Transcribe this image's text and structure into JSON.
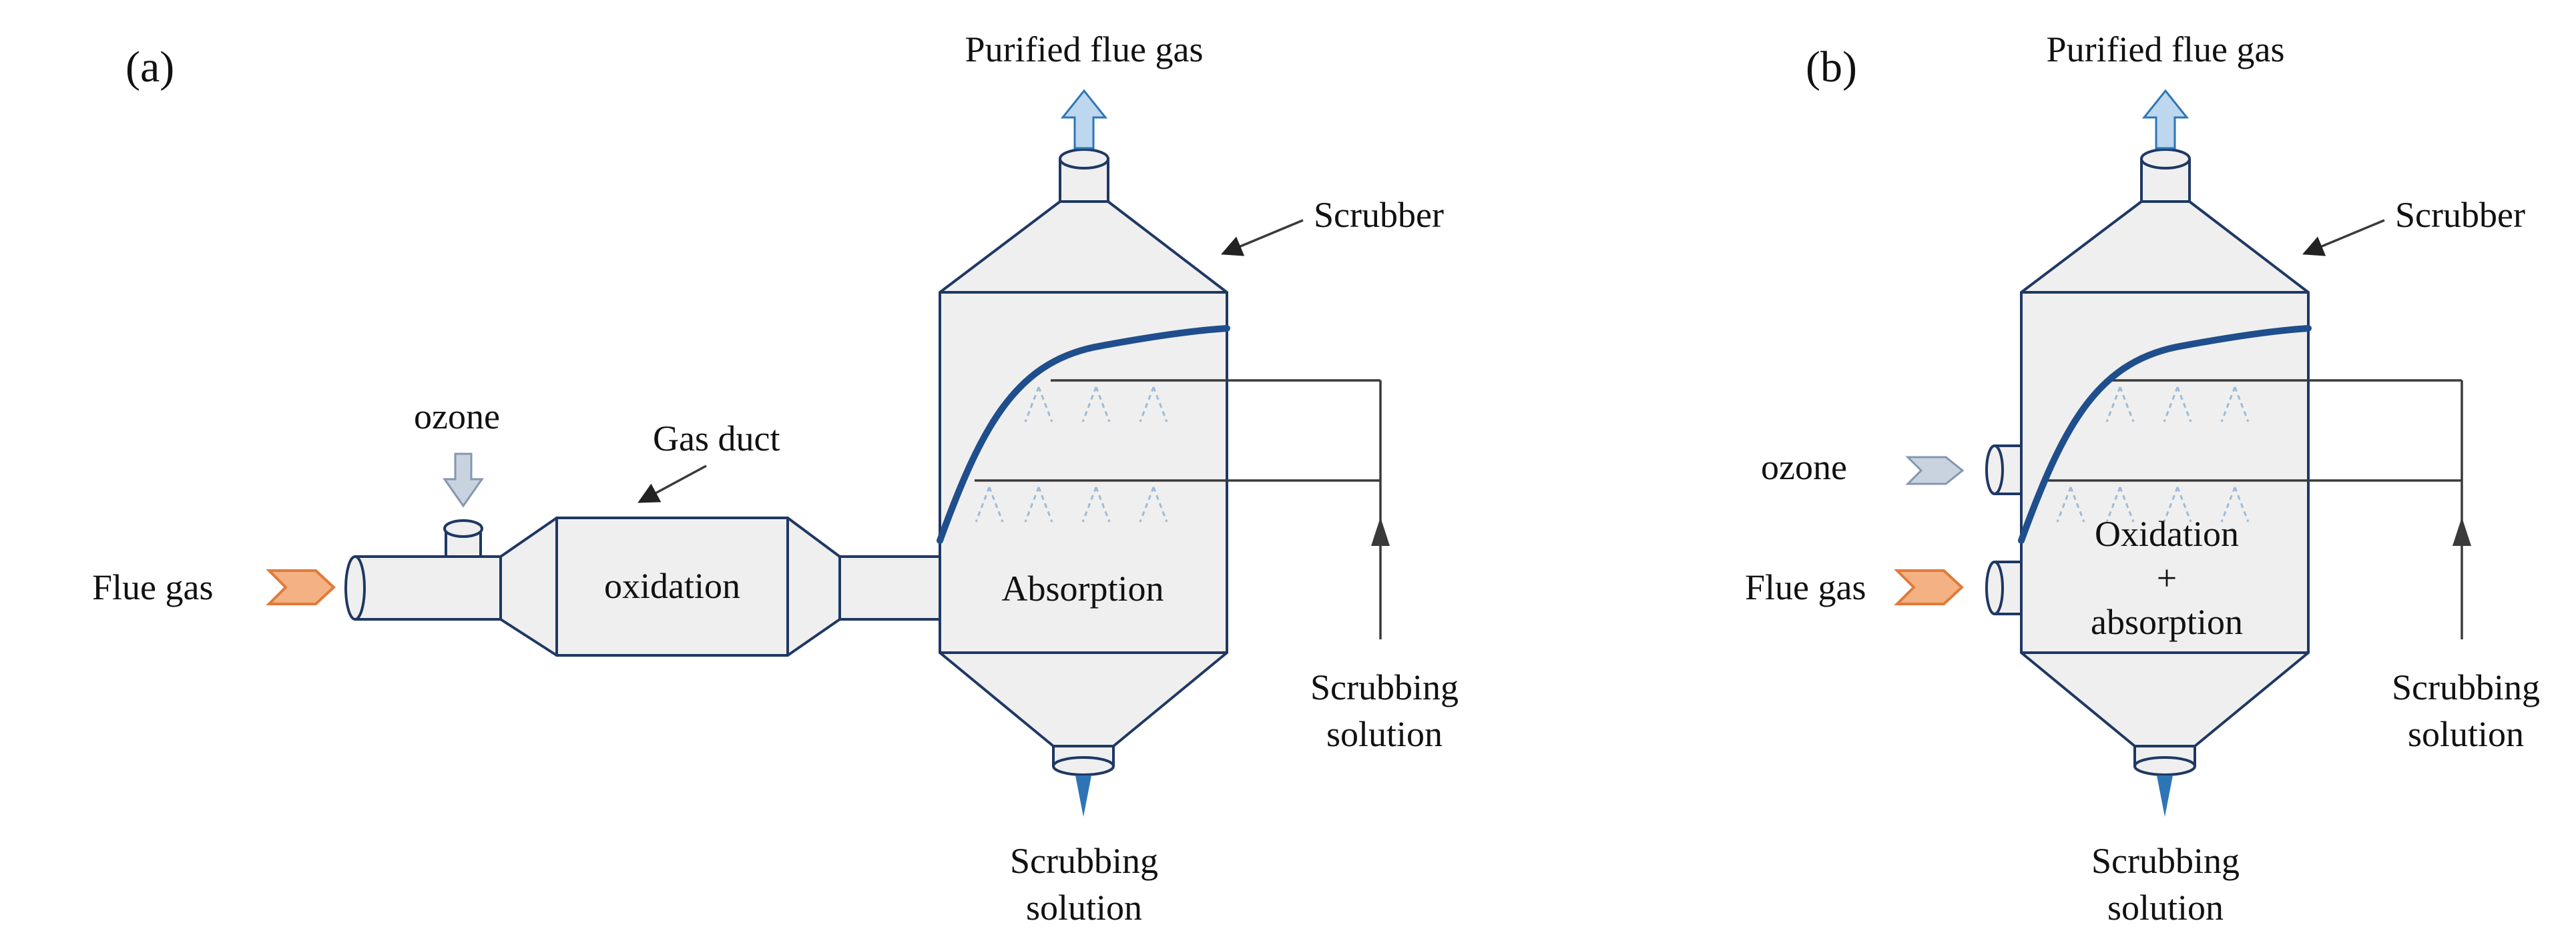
{
  "panel_a": {
    "label": "(a)",
    "purified_flue_gas": "Purified flue gas",
    "scrubber": "Scrubber",
    "ozone": "ozone",
    "gas_duct": "Gas duct",
    "flue_gas": "Flue gas",
    "oxidation": "oxidation",
    "absorption": "Absorption",
    "scrubbing_solution_in": [
      "Scrubbing",
      "solution"
    ],
    "scrubbing_solution_out": [
      "Scrubbing",
      "solution"
    ]
  },
  "panel_b": {
    "label": "(b)",
    "purified_flue_gas": "Purified flue gas",
    "scrubber": "Scrubber",
    "ozone": "ozone",
    "flue_gas": "Flue gas",
    "process": [
      "Oxidation",
      "+",
      "absorption"
    ],
    "scrubbing_solution_in": [
      "Scrubbing",
      "solution"
    ],
    "scrubbing_solution_out": [
      "Scrubbing",
      "solution"
    ]
  },
  "colors": {
    "vessel_outline": "#1f3864",
    "vessel_fill": "#efefef",
    "flue_gas_arrow": "#f4b183",
    "ozone_arrow": "#c9d3e0",
    "purified_arrow": "#bdd7ee",
    "solution_outlet": "#2e75b6",
    "gas_profile_curve": "#1f4e8c"
  }
}
